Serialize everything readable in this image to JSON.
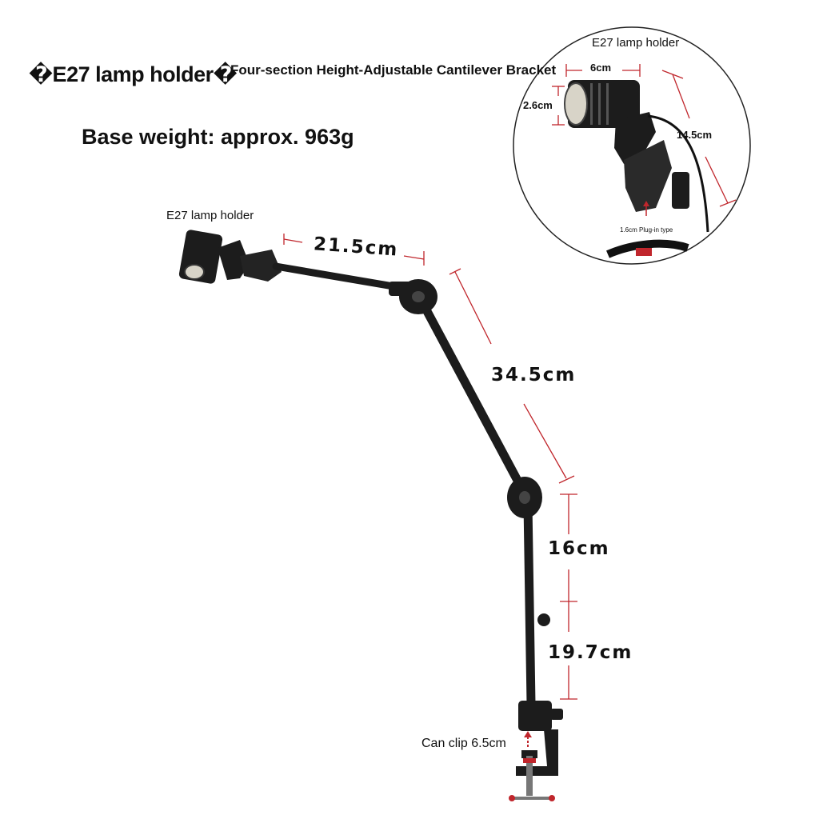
{
  "header": {
    "title": "�E27 lamp holder�",
    "subtitle": "Four-section Height-Adjustable Cantilever Bracket",
    "base_weight": "Base weight: approx. 963g"
  },
  "labels": {
    "lamp_holder": "E27 lamp holder",
    "can_clip": "Can clip 6.5cm"
  },
  "dimensions": {
    "arm_upper": "21.5cm",
    "arm_middle": "34.5cm",
    "pole_upper": "16cm",
    "pole_lower": "19.7cm"
  },
  "inset": {
    "title": "E27 lamp holder",
    "width": "6cm",
    "neck": "2.6cm",
    "height": "14.5cm",
    "plug_note": "1.6cm Plug-in type"
  },
  "colors": {
    "dimension_line": "#c0262c",
    "metal": "#1c1c1c"
  }
}
